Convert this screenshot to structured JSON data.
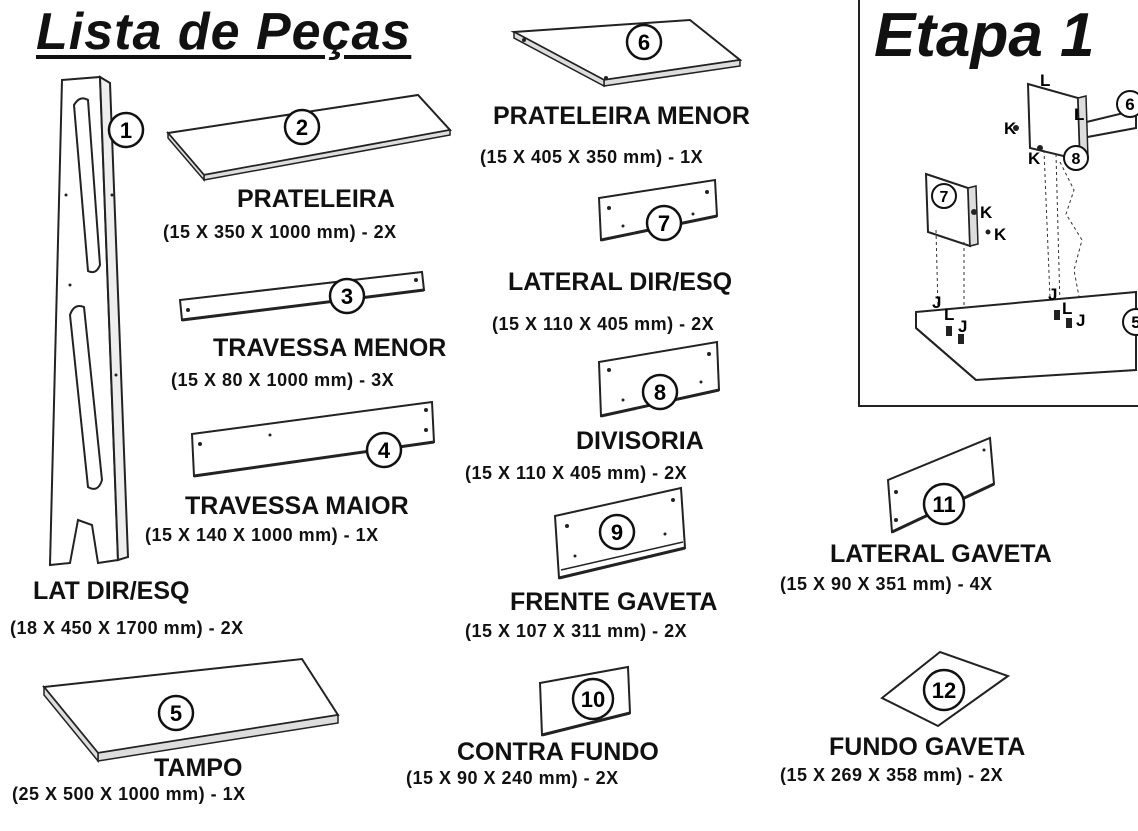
{
  "header": {
    "title": "Lista de Peças"
  },
  "etapa": {
    "title": "Etapa 1",
    "numbers": [
      "6",
      "8",
      "7",
      "5"
    ],
    "letters": [
      "L",
      "K",
      "K",
      "K",
      "K",
      "L",
      "J",
      "L",
      "J",
      "J",
      "L",
      "J"
    ]
  },
  "parts": [
    {
      "number": "1",
      "name": "LAT DIR/ESQ",
      "dims": "(18 X 450 X 1700 mm) - 2X"
    },
    {
      "number": "2",
      "name": "PRATELEIRA",
      "dims": "(15 X 350 X 1000 mm) - 2X"
    },
    {
      "number": "3",
      "name": "TRAVESSA MENOR",
      "dims": "(15 X 80 X 1000 mm) - 3X"
    },
    {
      "number": "4",
      "name": "TRAVESSA MAIOR",
      "dims": "(15 X 140 X 1000 mm) - 1X"
    },
    {
      "number": "5",
      "name": "TAMPO",
      "dims": "(25 X 500 X 1000 mm) - 1X"
    },
    {
      "number": "6",
      "name": "PRATELEIRA MENOR",
      "dims": "(15 X 405 X 350 mm) - 1X"
    },
    {
      "number": "7",
      "name": "LATERAL DIR/ESQ",
      "dims": "(15 X 110 X 405 mm) - 2X"
    },
    {
      "number": "8",
      "name": "DIVISORIA",
      "dims": "(15 X 110 X 405 mm) - 2X"
    },
    {
      "number": "9",
      "name": "FRENTE GAVETA",
      "dims": "(15 X 107 X 311 mm) - 2X"
    },
    {
      "number": "10",
      "name": "CONTRA FUNDO",
      "dims": "(15 X 90 X 240 mm) - 2X"
    },
    {
      "number": "11",
      "name": "LATERAL GAVETA",
      "dims": "(15 X 90 X 351 mm) - 4X"
    },
    {
      "number": "12",
      "name": "FUNDO GAVETA",
      "dims": "(15 X 269 X 358 mm) - 2X"
    }
  ]
}
